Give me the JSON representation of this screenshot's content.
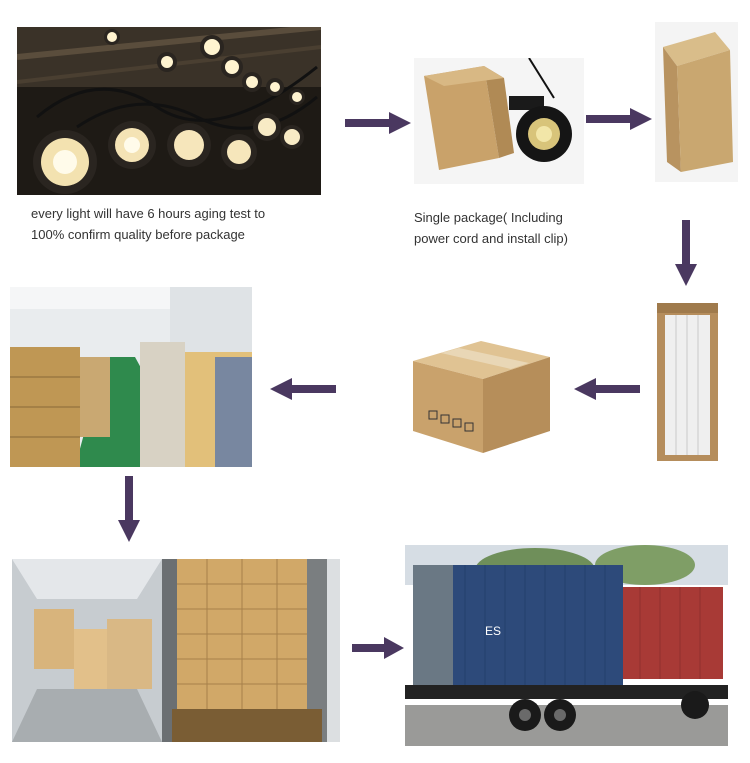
{
  "captions": {
    "aging_test_line1": "every light will have 6 hours aging test to",
    "aging_test_line2": "100% confirm quality before package",
    "single_package_line1": "Single package( Including",
    "single_package_line2": "power cord and install clip)"
  },
  "photo_labels": {
    "container_text": "ES"
  },
  "colors": {
    "arrow": "#4a3860",
    "cardboard": "#c9a778",
    "warehouse_floor": "#2f8a4d",
    "container_blue": "#2d4a7a",
    "container_red": "#a83a36"
  },
  "icons": {
    "flow_arrow": "arrow-icon"
  }
}
